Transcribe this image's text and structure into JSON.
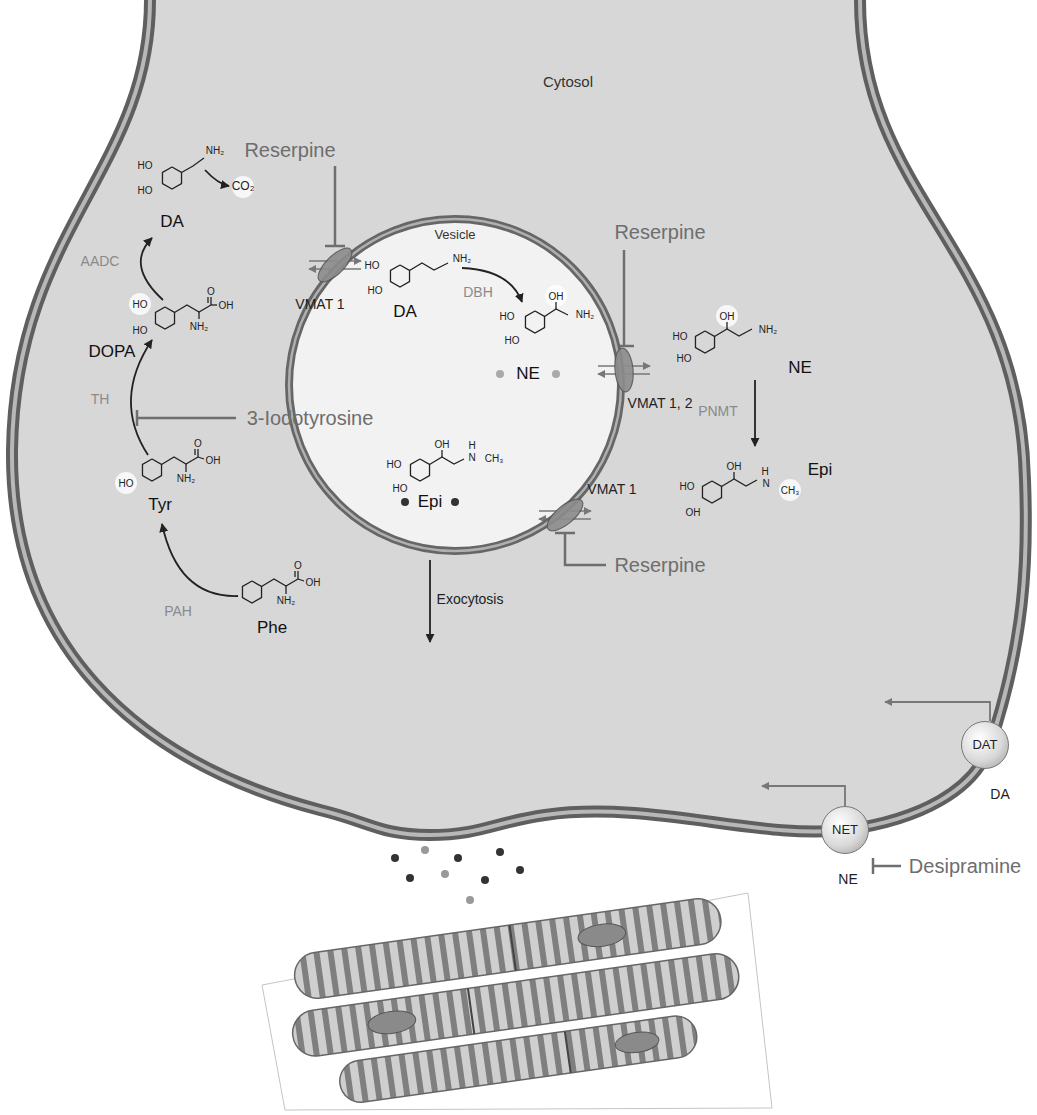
{
  "diagram": {
    "nodes": [
      {
        "text": [
          "Cytosol"
        ]
      },
      {
        "text": [
          "Vesicle"
        ],
        "in": 0
      },
      {
        "text": [
          "DAT"
        ],
        "in": 0
      },
      {
        "text": [
          "NET"
        ],
        "in": 0
      }
    ],
    "labels": [
      "Reserpine",
      "HO",
      "HO",
      "NH₂",
      "CO₂",
      "DA",
      "HO",
      "HO",
      "NH₂",
      "Reserpine",
      "VMAT 1",
      "DA",
      "DBH",
      "HO",
      "HO",
      "OH",
      "NH₂",
      "NE",
      "HO",
      "HO",
      "OH",
      "NH₂",
      "NE",
      "VMAT 1, 2",
      "AADC",
      "PNMT",
      "HO",
      "O",
      "OH",
      "HO",
      "NH₂",
      "DOPA",
      "TH",
      "3-Iodotyrosine",
      "OH",
      "H",
      "N",
      "CH₃",
      "HO",
      "HO",
      "Epi",
      "Epi",
      "OH",
      "H",
      "N",
      "CH₃",
      "HO",
      "OH",
      "VMAT 1",
      "HO",
      "O",
      "OH",
      "NH₂",
      "Tyr",
      "Reserpine",
      "Exocytosis",
      "O",
      "OH",
      "NH₂",
      "PAH",
      "Phe",
      "DA",
      "NE",
      "Desipramine"
    ]
  }
}
